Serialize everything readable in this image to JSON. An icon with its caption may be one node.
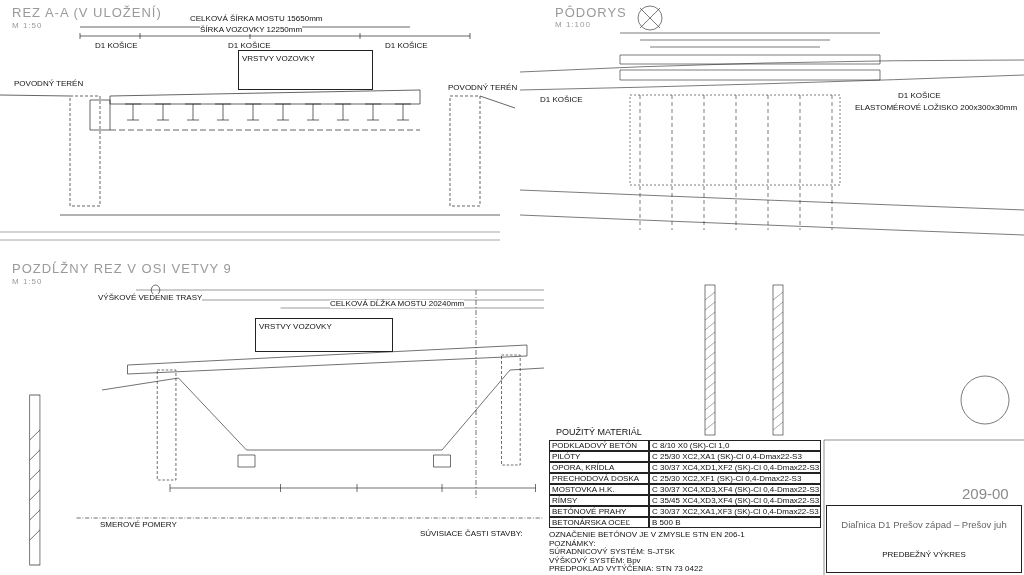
{
  "diagram": {
    "nodes": [
      {
        "text": [
          "VRSTVY VOZOVKY"
        ]
      },
      {
        "text": [
          "VRSTVY VOZOVKY"
        ]
      },
      {
        "text": [
          "Diaľnica D1 Prešov západ – Prešov juh",
          "PREDBEŽNÝ VÝKRES"
        ],
        "beside": [
          "209-00"
        ]
      }
    ],
    "labels": [
      "REZ A-A (V ULOŽENÍ)",
      "M 1:50",
      "CELKOVÁ ŠÍRKA MOSTU 15650mm",
      "ŠÍRKA VOZOVKY 12250mm",
      "PÔDORYS",
      "M 1:100",
      "D1 KOŠICE",
      "D1 KOŠICE",
      "D1 KOŠICE",
      "POVODNÝ TERÉN",
      "POVODNÝ TERÉN",
      "D1 KOŠICE",
      "ELASTOMÉROVÉ LOŽISKO 200x300x30mm",
      "D1 KOŠICE",
      "POZDĹŽNY REZ V OSI VETVY 9",
      "M 1:50",
      "VÝŠKOVÉ VEDENIE TRASY",
      "CELKOVÁ DĹŽKA MOSTU 20240mm",
      "POUŽITÝ MATERIÁL",
      "PODKLADOVÝ BETÓN",
      "C 8/10 X0 (SK)-Cl 1,0",
      "PILÓTY",
      "C 25/30 XC2,XA1 (SK)-Cl 0,4-Dmax22-S3",
      "OPORA, KRÍDLA",
      "C 30/37 XC4,XD1,XF2 (SK)-Cl 0,4-Dmax22-S3",
      "PRECHODOVÁ DOSKA",
      "C 25/30 XC2,XF1 (SK)-Cl 0,4-Dmax22-S3",
      "MOSTOVKA H.K.",
      "C 30/37 XC4,XD3,XF4 (SK)-Cl 0,4-Dmax22-S3",
      "RÍMSY",
      "C 35/45 XC4,XD3,XF4 (SK)-Cl 0,4-Dmax22-S3",
      "BETÓNOVÉ PRAHY",
      "C 30/37 XC2,XA1,XF3 (SK)-Cl 0,4-Dmax22-S3",
      "BETONÁRSKA OCEĽ",
      "B 500 B",
      "OZNAČENIE BETÓNOV JE V ZMYSLE STN EN 206-1",
      "POZNÁMKY:",
      "SÚRADNICOVÝ SYSTÉM: S-JTSK",
      "VÝŠKOVÝ SYSTÉM: Bpv",
      "PREDPOKLAD VYTÝČENIA: STN 73 0422",
      "SMEROVÉ POMERY",
      "SÚVISIACE ČASTI STAVBY:"
    ]
  }
}
